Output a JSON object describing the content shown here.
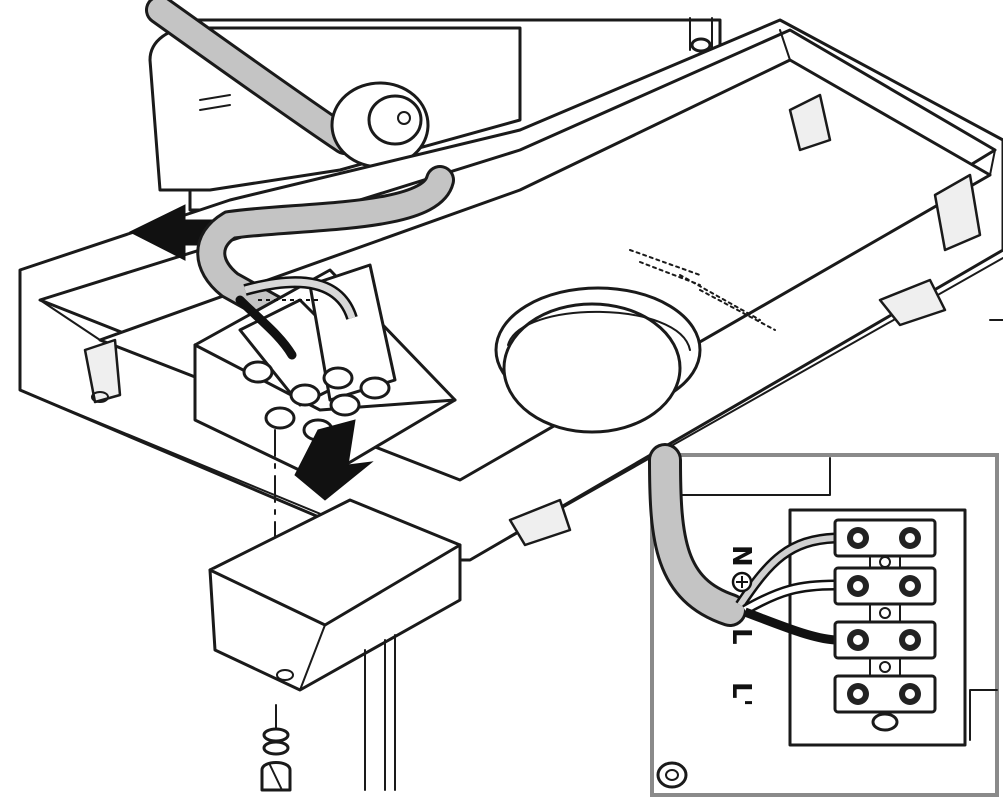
{
  "figure": {
    "terminal_labels": [
      "N",
      "L",
      "L'"
    ],
    "colors": {
      "line": "#1a1a1a",
      "cable_gray": "#bfbfbf",
      "inset_frame": "#8a8a8a",
      "arrow": "#111111"
    },
    "icons": [
      "ground-symbol",
      "arrow-left-icon",
      "arrow-down-icon",
      "screw-icon"
    ]
  }
}
